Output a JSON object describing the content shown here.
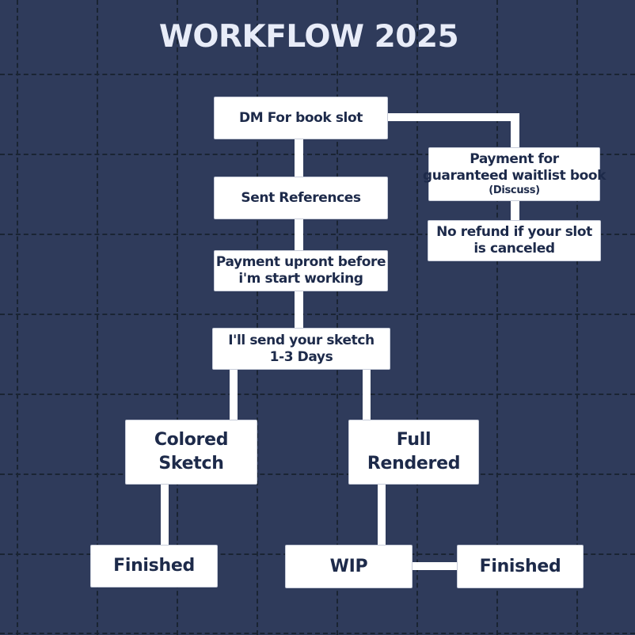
{
  "title": "WORKFLOW 2025",
  "flow": {
    "dm_book_slot": "DM For book slot",
    "sent_references": "Sent References",
    "payment_upfront": "Payment upront before\ni'm start working",
    "send_sketch": "I'll send your sketch\n1-3 Days",
    "waitlist_payment": "Payment for\nguaranteed waitlist book",
    "waitlist_note": "(Discuss)",
    "no_refund": "No refund if your slot\nis canceled",
    "colored_sketch": "Colored\nSketch",
    "full_rendered": "Full\nRendered",
    "finished_left": "Finished",
    "wip": "WIP",
    "finished_right": "Finished"
  },
  "colors": {
    "background": "#2f3b5b",
    "grid_line": "#1a2433",
    "box_fill": "#ffffff",
    "box_border": "#c7ccd9",
    "box_text": "#1d2a4a",
    "title_text": "#e8ecf8",
    "connector": "#ffffff"
  }
}
